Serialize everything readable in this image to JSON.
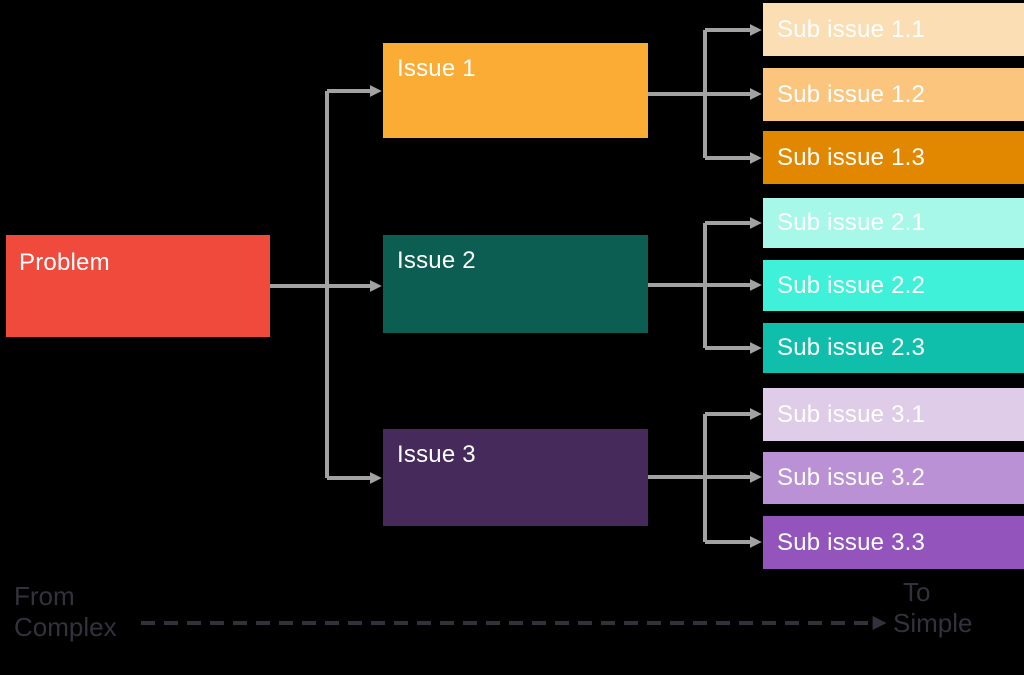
{
  "nodes": {
    "root": {
      "label": "Problem",
      "bg": "#F04A3C"
    },
    "issues": [
      {
        "label": "Issue 1",
        "bg": "#FAAC35",
        "subs": [
          {
            "label": "Sub issue 1.1",
            "bg": "#FCDEB4"
          },
          {
            "label": "Sub issue 1.2",
            "bg": "#FBC57E"
          },
          {
            "label": "Sub issue 1.3",
            "bg": "#E28800"
          }
        ]
      },
      {
        "label": "Issue 2",
        "bg": "#0B5E51",
        "subs": [
          {
            "label": "Sub issue 2.1",
            "bg": "#A7F8E9"
          },
          {
            "label": "Sub issue 2.2",
            "bg": "#3EF1D8"
          },
          {
            "label": "Sub issue 2.3",
            "bg": "#0FBFAC"
          }
        ]
      },
      {
        "label": "Issue 3",
        "bg": "#462A5B",
        "subs": [
          {
            "label": "Sub issue 3.1",
            "bg": "#DECCE9"
          },
          {
            "label": "Sub issue 3.2",
            "bg": "#B991D4"
          },
          {
            "label": "Sub issue 3.3",
            "bg": "#9355BB"
          }
        ]
      }
    ]
  },
  "axis": {
    "from_line1": "From",
    "from_line2": "Complex",
    "to_line1": "To",
    "to_line2": "Simple",
    "color": "#32323C"
  },
  "colors": {
    "background": "#000000",
    "connector": "#A2A2A2",
    "label_text": "#FFFFFF"
  }
}
